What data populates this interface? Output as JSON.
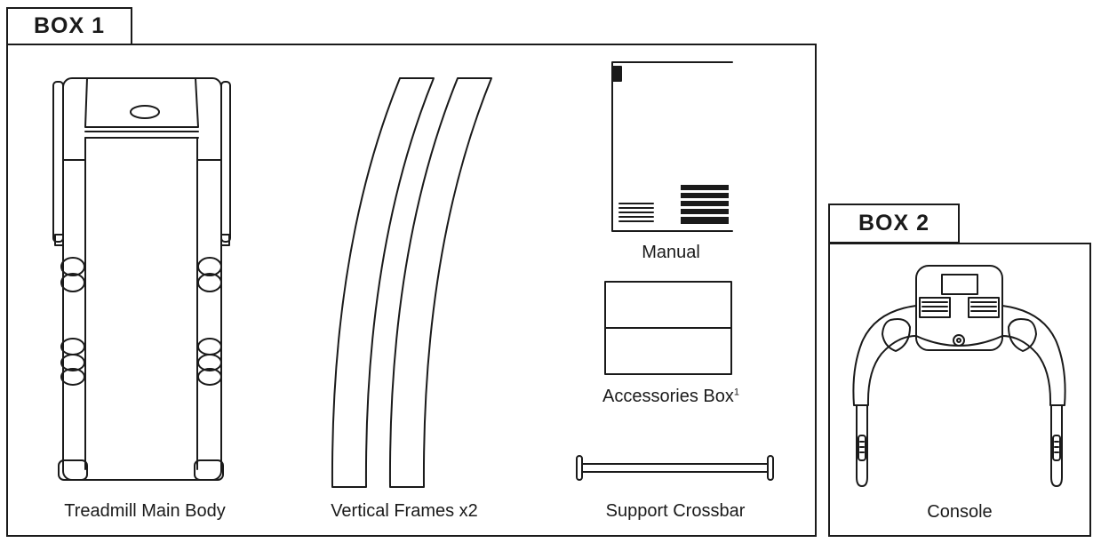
{
  "box1": {
    "title": "BOX 1",
    "items": {
      "main_body": "Treadmill Main Body",
      "vertical_frames": "Vertical Frames x2",
      "manual": "Manual",
      "accessories_box": "Accessories Box",
      "accessories_box_note": "1",
      "support_crossbar": "Support Crossbar"
    }
  },
  "box2": {
    "title": "BOX 2",
    "items": {
      "console": "Console"
    }
  },
  "colors": {
    "line": "#1a1a1a",
    "background": "#ffffff"
  }
}
